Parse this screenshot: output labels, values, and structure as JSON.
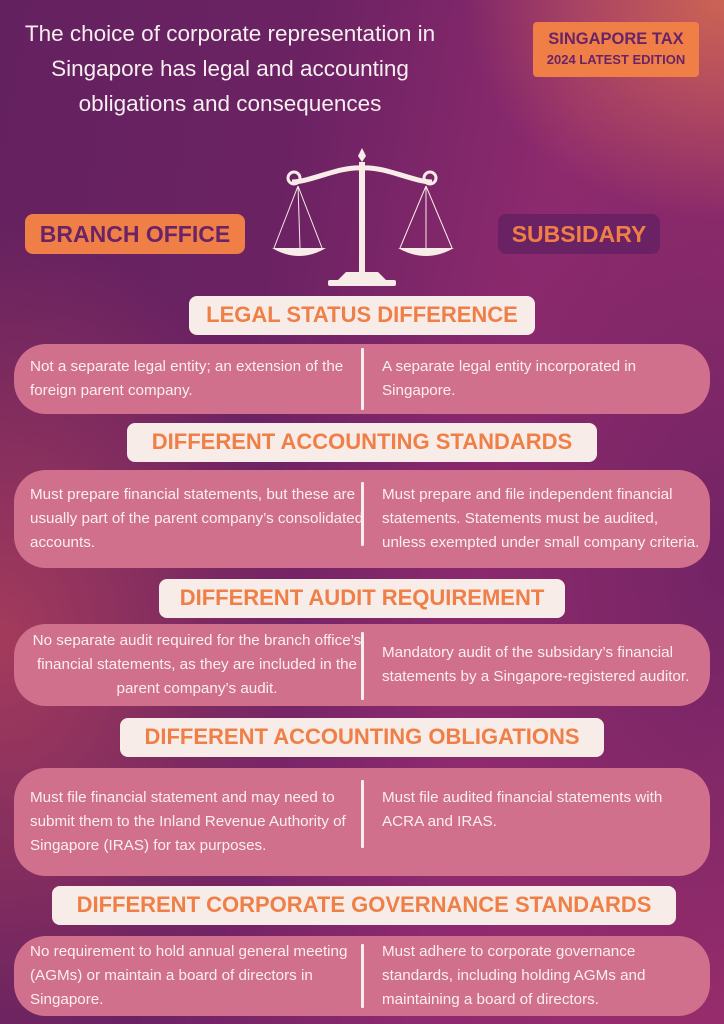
{
  "title": "The choice of corporate representation in Singapore has legal and accounting obligations and consequences",
  "badge": {
    "line1": "SINGAPORE TAX",
    "line2": "2024 LATEST EDITION"
  },
  "labels": {
    "left": "BRANCH OFFICE",
    "right": "SUBSIDARY"
  },
  "icon": "balance-scale-icon",
  "colors": {
    "background": "#6a2264",
    "accent": "#ef7f47",
    "panel": "#d0708d",
    "header_bg": "#f7ece7"
  },
  "sections": [
    {
      "heading": "LEGAL STATUS DIFFERENCE",
      "branch": "Not a separate legal entity; an extension of the foreign parent company.",
      "subsidiary": "A separate legal entity incorporated in Singapore."
    },
    {
      "heading": "DIFFERENT ACCOUNTING STANDARDS",
      "branch": "Must prepare financial statements, but these are usually part of the parent company’s consolidated accounts.",
      "subsidiary": "Must prepare and file independent financial statements. Statements must be audited, unless exempted under small company criteria."
    },
    {
      "heading": "DIFFERENT AUDIT REQUIREMENT",
      "branch": "No separate audit required for the branch office’s financial statements, as they are included in the parent company’s audit.",
      "subsidiary": "Mandatory audit of the subsidary’s financial statements by a Singapore-registered auditor."
    },
    {
      "heading": "DIFFERENT ACCOUNTING OBLIGATIONS",
      "branch": "Must file financial statement  and may need to submit them to the Inland Revenue Authority of Singapore (IRAS) for tax purposes.",
      "subsidiary": "Must file audited financial statements with ACRA and IRAS."
    },
    {
      "heading": "DIFFERENT CORPORATE GOVERNANCE STANDARDS",
      "branch": "No requirement to hold annual general meeting (AGMs) or maintain a board of directors in Singapore.",
      "subsidiary": "Must adhere to corporate governance standards, including holding AGMs and maintaining a board of directors."
    }
  ]
}
